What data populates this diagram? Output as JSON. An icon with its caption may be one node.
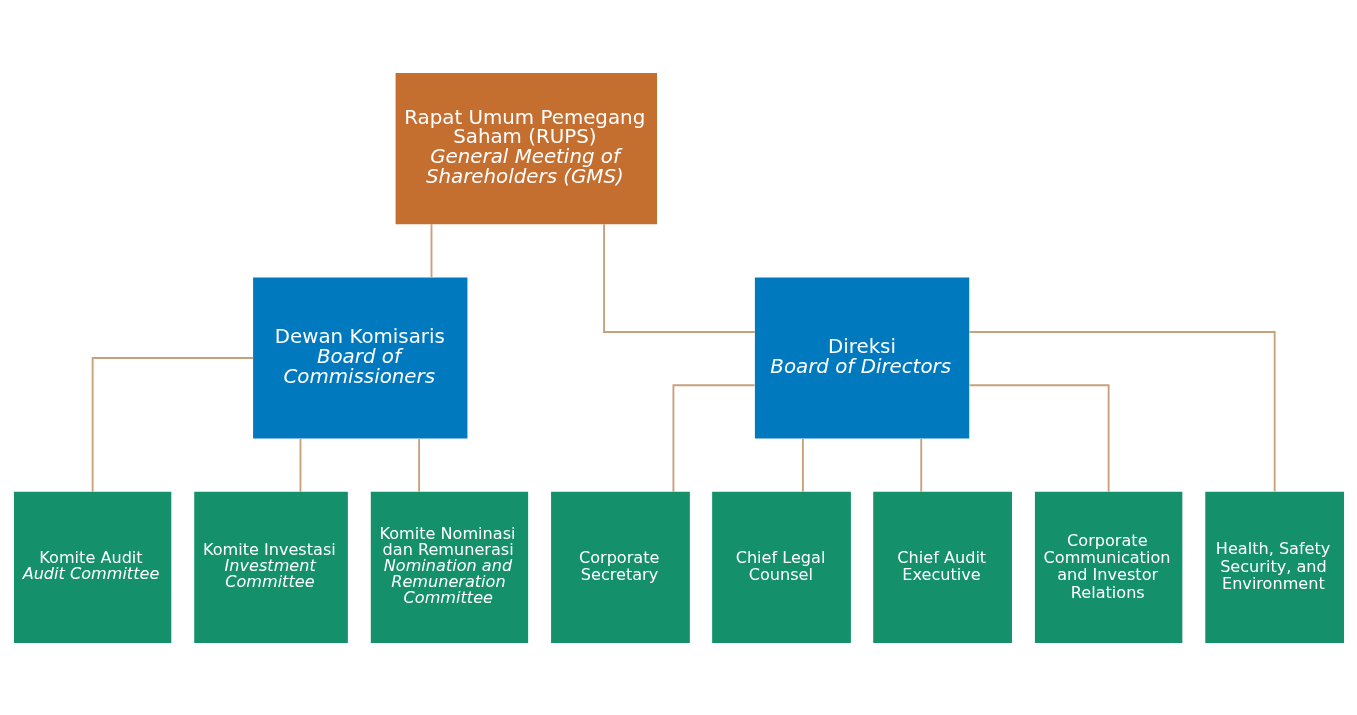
{
  "diagram": {
    "nodes": [
      {
        "text": [
          "Rapat Umum Pemegang Saham (RUPS)",
          "General Meeting of Shareholders (GMS)"
        ]
      },
      {
        "text": [
          "Dewan Komisaris",
          "Board of Commissioners"
        ]
      },
      {
        "text": [
          "Direksi",
          "Board of Directors"
        ]
      },
      {
        "text": [
          "Komite Audit",
          "Audit Committee"
        ]
      },
      {
        "text": [
          "Komite Investasi",
          "Investment Committee"
        ]
      },
      {
        "text": [
          "Komite Nominasi dan Remunerasi",
          "Nomination and Remuneration Committee"
        ]
      },
      {
        "text": [
          "Corporate Secretary"
        ]
      },
      {
        "text": [
          "Chief Legal Counsel"
        ]
      },
      {
        "text": [
          "Chief Audit Executive"
        ]
      },
      {
        "text": [
          "Corporate Communication and Investor Relations"
        ]
      },
      {
        "text": [
          "Health, Safety Security, and Environment"
        ]
      }
    ],
    "edges": [
      {
        "from": 0,
        "to": 1,
        "arrow": "none"
      },
      {
        "from": 0,
        "to": 2,
        "arrow": "none"
      },
      {
        "from": 1,
        "to": 3,
        "arrow": "none"
      },
      {
        "from": 1,
        "to": 4,
        "arrow": "none"
      },
      {
        "from": 1,
        "to": 5,
        "arrow": "none"
      },
      {
        "from": 2,
        "to": 6,
        "arrow": "none"
      },
      {
        "from": 2,
        "to": 7,
        "arrow": "none"
      },
      {
        "from": 2,
        "to": 8,
        "arrow": "none"
      },
      {
        "from": 2,
        "to": 9,
        "arrow": "none"
      },
      {
        "from": 2,
        "to": 10,
        "arrow": "none"
      }
    ]
  }
}
